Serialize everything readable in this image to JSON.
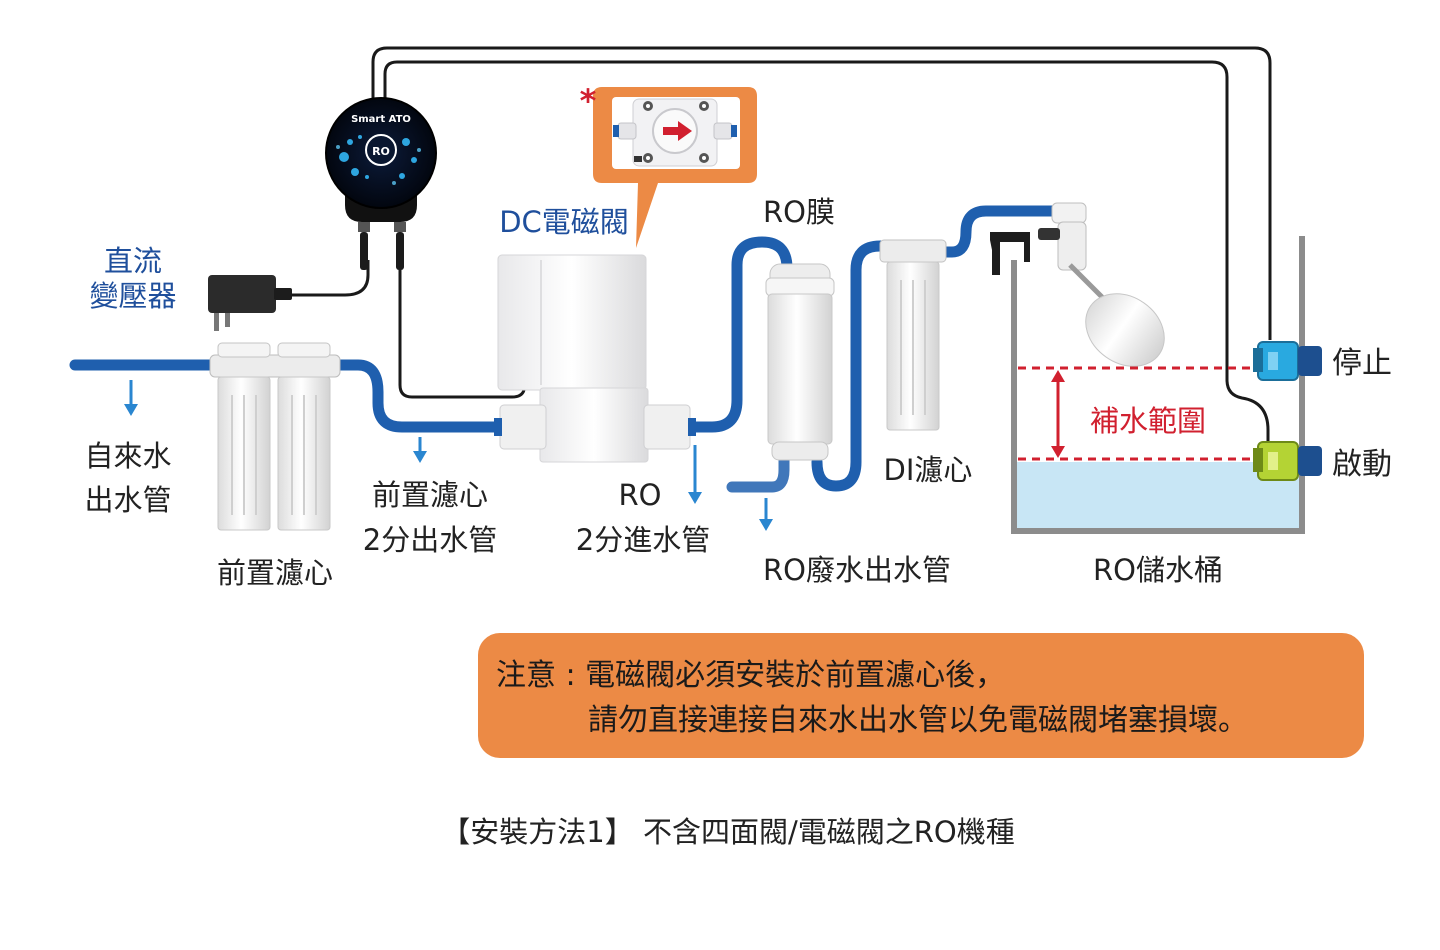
{
  "labels": {
    "transformer": [
      "直流",
      "變壓器"
    ],
    "dc_valve": "DC電磁閥",
    "ro_membrane": "RO膜",
    "tap_outlet": [
      "自來水",
      "出水管"
    ],
    "pre_filter_outlet": [
      "前置濾心",
      "2分出水管"
    ],
    "ro_inlet": [
      "RO",
      "2分進水管"
    ],
    "pre_filter": "前置濾心",
    "ro_waste": "RO廢水出水管",
    "di_filter": "DI濾心",
    "ro_tank": "RO儲水桶",
    "stop": "停止",
    "start": "啟動",
    "refill_range": "補水範圍"
  },
  "controller": {
    "brand": "Smart ATO",
    "mode": "RO"
  },
  "callout_marker": "*",
  "note": {
    "line1": "注意 : 電磁閥必須安裝於前置濾心後，",
    "line2": "請勿直接連接自來水出水管以免電磁閥堵塞損壞。"
  },
  "caption": "【安裝方法1】 不含四面閥/電磁閥之RO機種",
  "colors": {
    "pipe_blue": "#1f5fae",
    "arrow_blue": "#2a86d0",
    "label_blue": "#1f4f9c",
    "accent_orange": "#ec8a45",
    "alert_red": "#d1202f",
    "water": "#c8e6f5",
    "sensor_top": "#29a9e0",
    "sensor_bottom": "#b4d334"
  }
}
